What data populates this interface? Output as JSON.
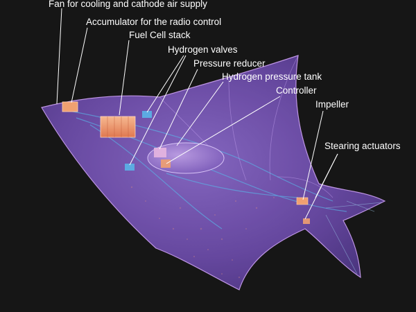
{
  "labels": {
    "fan": "Fan for cooling and cathode air supply",
    "accumulator": "Accumulator for the radio control",
    "fuel_cell": "Fuel Cell stack",
    "hydrogen_valves": "Hydrogen valves",
    "pressure_reducer": "Pressure reducer",
    "pressure_tank": "Hydrogen pressure tank",
    "controller": "Controller",
    "impeller": "Impeller",
    "actuators": "Stearing actuators"
  },
  "colors": {
    "background": "#161616",
    "hull": "#6f4fae",
    "hull_edge": "#c79cf0",
    "component_orange": "#f0a070",
    "component_blue": "#5ab4e8",
    "label_text": "#ffffff"
  }
}
